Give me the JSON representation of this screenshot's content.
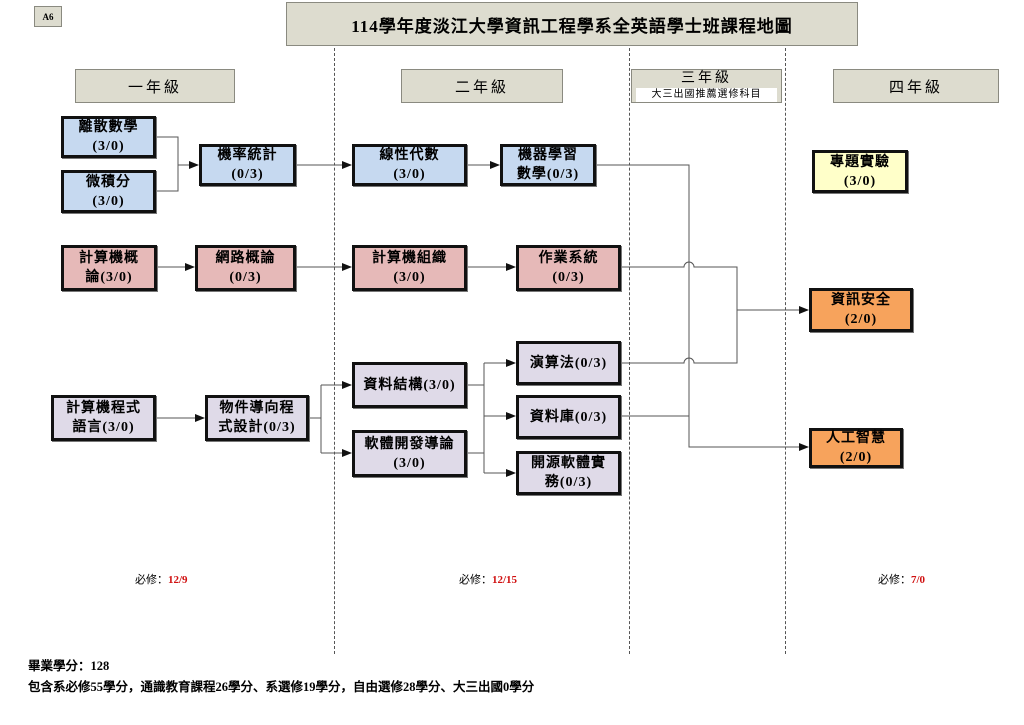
{
  "doc_tag": "A6",
  "title": "114學年度淡江大學資訊工程學系全英語學士班課程地圖",
  "years": {
    "y1": "一年級",
    "y2": "二年級",
    "y3": "三年級",
    "y3_sub": "大三出國推薦選修科目",
    "y4": "四年級"
  },
  "colors": {
    "header": "#dddccf",
    "math_track": "#c6d9f0",
    "systems_track": "#e6b9b8",
    "programming_track": "#dfdae8",
    "project": "#ffffc9",
    "advanced": "#f7a35c",
    "credit_highlight": "#d01010"
  },
  "courses": [
    {
      "id": "discrete-math",
      "year": 1,
      "lines": [
        "離散數學",
        "(3/0)"
      ]
    },
    {
      "id": "calculus",
      "year": 1,
      "lines": [
        "微積分",
        "(3/0)"
      ]
    },
    {
      "id": "probability-statistics",
      "year": 1,
      "lines": [
        "機率統計",
        "(0/3)"
      ]
    },
    {
      "id": "linear-algebra",
      "year": 2,
      "lines": [
        "線性代數",
        "(3/0)"
      ]
    },
    {
      "id": "ml-math",
      "year": 2,
      "lines": [
        "機器學習",
        "數學(0/3)"
      ]
    },
    {
      "id": "special-project",
      "year": 4,
      "lines": [
        "專題實驗",
        "(3/0)"
      ]
    },
    {
      "id": "intro-computer",
      "year": 1,
      "lines": [
        "計算機概",
        "論(3/0)"
      ]
    },
    {
      "id": "intro-networks",
      "year": 1,
      "lines": [
        "網路概論",
        "(0/3)"
      ]
    },
    {
      "id": "computer-organization",
      "year": 2,
      "lines": [
        "計算機組織",
        "(3/0)"
      ]
    },
    {
      "id": "operating-systems",
      "year": 2,
      "lines": [
        "作業系統",
        "(0/3)"
      ]
    },
    {
      "id": "information-security",
      "year": 4,
      "lines": [
        "資訊安全",
        "(2/0)"
      ]
    },
    {
      "id": "programming-language",
      "year": 1,
      "lines": [
        "計算機程式",
        "語言(3/0)"
      ]
    },
    {
      "id": "oop",
      "year": 1,
      "lines": [
        "物件導向程",
        "式設計(0/3)"
      ]
    },
    {
      "id": "data-structures",
      "year": 2,
      "lines": [
        "資料結構(3/0)"
      ]
    },
    {
      "id": "software-dev-intro",
      "year": 2,
      "lines": [
        "軟體開發導論",
        "(3/0)"
      ]
    },
    {
      "id": "algorithms",
      "year": 2,
      "lines": [
        "演算法(0/3)"
      ]
    },
    {
      "id": "database",
      "year": 2,
      "lines": [
        "資料庫(0/3)"
      ]
    },
    {
      "id": "open-source-practice",
      "year": 2,
      "lines": [
        "開源軟體實",
        "務(0/3)"
      ]
    },
    {
      "id": "artificial-intelligence",
      "year": 4,
      "lines": [
        "人工智慧",
        "(2/0)"
      ]
    }
  ],
  "edges": [
    [
      "discrete-math",
      "probability-statistics"
    ],
    [
      "calculus",
      "probability-statistics"
    ],
    [
      "probability-statistics",
      "linear-algebra"
    ],
    [
      "linear-algebra",
      "ml-math"
    ],
    [
      "ml-math",
      "artificial-intelligence"
    ],
    [
      "intro-computer",
      "intro-networks"
    ],
    [
      "intro-networks",
      "computer-organization"
    ],
    [
      "computer-organization",
      "operating-systems"
    ],
    [
      "operating-systems",
      "information-security"
    ],
    [
      "algorithms",
      "information-security"
    ],
    [
      "database",
      "artificial-intelligence"
    ],
    [
      "programming-language",
      "oop"
    ],
    [
      "oop",
      "data-structures"
    ],
    [
      "oop",
      "software-dev-intro"
    ],
    [
      "data-structures",
      "algorithms"
    ],
    [
      "data-structures",
      "database"
    ],
    [
      "data-structures",
      "open-source-practice"
    ],
    [
      "software-dev-intro",
      "algorithms"
    ],
    [
      "software-dev-intro",
      "database"
    ],
    [
      "software-dev-intro",
      "open-source-practice"
    ]
  ],
  "required": {
    "label": "必修：",
    "y1": "12/9",
    "y2": "12/15",
    "y4": "7/0"
  },
  "footer": {
    "graduation": "畢業學分：128",
    "breakdown": "包含系必修55學分，通識教育課程26學分、系選修19學分，自由選修28學分、大三出國0學分"
  }
}
